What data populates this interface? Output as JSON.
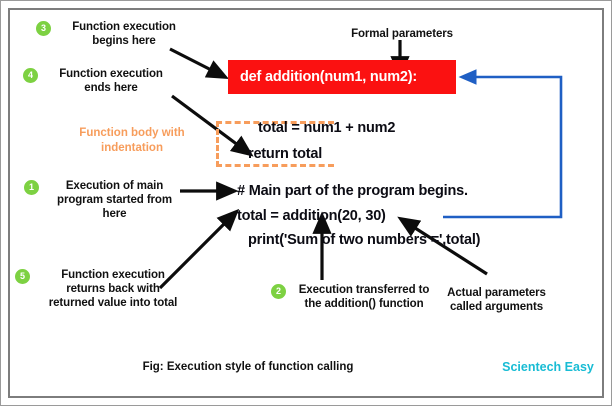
{
  "figure": {
    "caption": "Fig: Execution style of function calling",
    "brand": "Scientech Easy",
    "colors": {
      "badge_green": "#7dd142",
      "signature_red": "#fb1111",
      "dashed_orange": "#f79d5c",
      "return_arrow_blue": "#1f5fc4",
      "brand_teal": "#18bcd4",
      "text_black": "#111111",
      "frame_gray": "#7d7d7d"
    }
  },
  "code": {
    "signature": "def addition(num1, num2):",
    "lines": [
      "total = num1 + num2",
      "return total",
      "# Main part of the program begins.",
      "total = addition(20, 30)",
      "print('Sum of two numbers =',total)"
    ]
  },
  "annotations": {
    "step3": {
      "number": "3",
      "line1": "Function execution",
      "line2": "begins here"
    },
    "step4": {
      "number": "4",
      "line1": "Function execution",
      "line2": "ends here"
    },
    "step1": {
      "number": "1",
      "line1": "Execution of main",
      "line2": "program started from",
      "line3": "here"
    },
    "step5": {
      "number": "5",
      "line1": "Function execution",
      "line2": "returns back with",
      "line3": "returned value into total"
    },
    "step2": {
      "number": "2",
      "line1": "Execution transferred to",
      "line2": "the addition() function"
    },
    "formal_parameters": {
      "text": "Formal parameters"
    },
    "actual_parameters": {
      "line1": "Actual parameters",
      "line2": "called arguments"
    },
    "function_body": {
      "line1": "Function body with",
      "line2": "indentation"
    }
  }
}
